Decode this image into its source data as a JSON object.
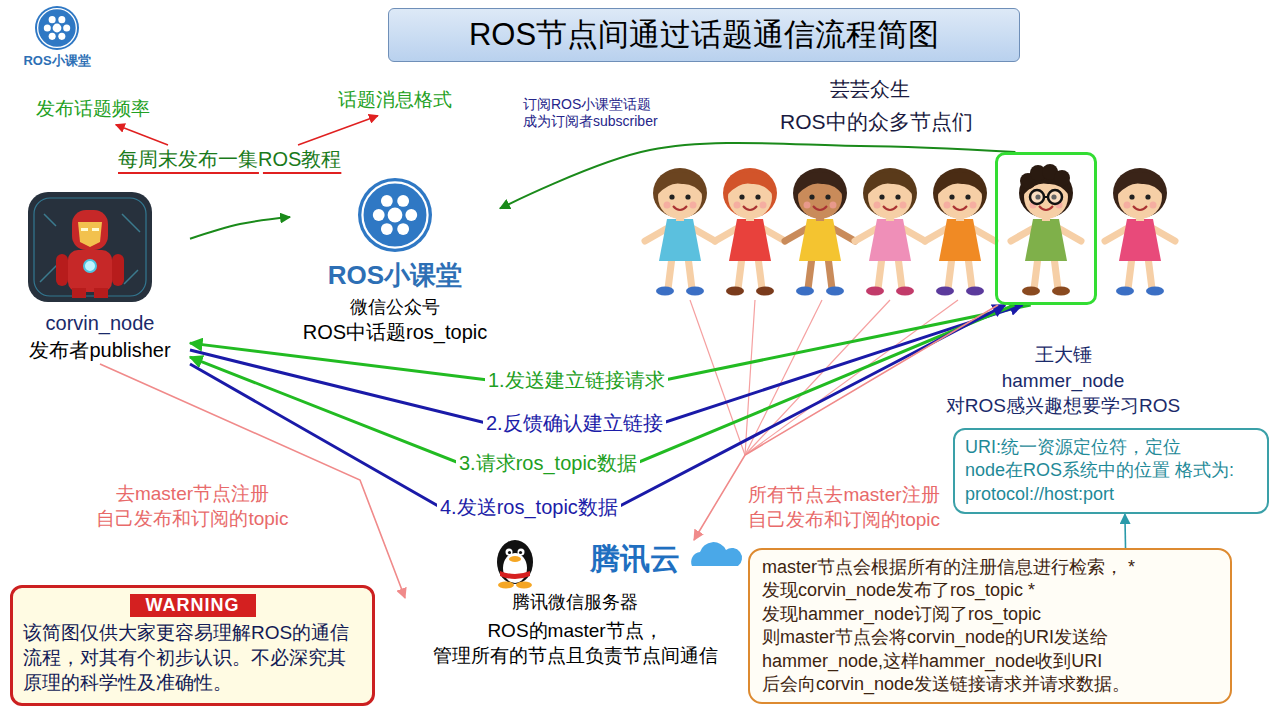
{
  "diagram": {
    "title": "ROS节点间通过话题通信流程简图",
    "nodes": [
      {
        "text": [
          "corvin_node",
          "发布者publisher"
        ]
      },
      {
        "text": [
          "ROS小课堂",
          "微信公众号",
          "ROS中话题ros_topic"
        ]
      },
      {
        "text": [
          "王大锤",
          "hammer_node",
          "对ROS感兴趣想要学习ROS"
        ]
      },
      {
        "text": [
          "URI:统一资源定位符，定位 node在ROS系统中的位置 格式为: protocol://host:port"
        ]
      },
      {
        "text": [
          "腾讯云",
          "腾讯微信服务器",
          "ROS的master节点， 管理所有的节点且负责节点间通信"
        ]
      },
      {
        "text": [
          "master节点会根据所有的注册信息进行检索， *发现corvin_node发布了ros_topic *发现hammer_node订阅了ros_topic 则master节点会将corvin_node的URI发送给 hammer_node,这样hammer_node收到URI 后会向corvin_node发送链接请求并请求数据。"
        ]
      },
      {
        "text": [
          "WARNING",
          "该简图仅供大家更容易理解ROS的通信流程，对其有个初步认识。不必深究其原理的科学性及准确性。"
        ]
      }
    ],
    "edges": [
      {
        "from": 0,
        "to": 1,
        "arrow": "to"
      },
      {
        "from": 2,
        "to": 1,
        "label": "订阅ROS小课堂话题 成为订阅者subscriber",
        "arrow": "to"
      },
      {
        "from": 2,
        "to": 0,
        "label": "1.发送建立链接请求",
        "arrow": "to"
      },
      {
        "from": 0,
        "to": 2,
        "label": "2.反馈确认建立链接",
        "arrow": "to"
      },
      {
        "from": 2,
        "to": 0,
        "label": "3.请求ros_topic数据",
        "arrow": "to"
      },
      {
        "from": 0,
        "to": 2,
        "label": "4.发送ros_topic数据",
        "arrow": "to"
      },
      {
        "from": 0,
        "to": 4,
        "label": "去master节点注册 自己发布和订阅的topic",
        "arrow": "to"
      },
      {
        "from": 2,
        "to": 4,
        "label": "所有节点去master注册 自己发布和订阅的topic",
        "arrow": "to"
      },
      {
        "from": 5,
        "to": 3,
        "arrow": "to"
      }
    ],
    "labels": [
      "ROS小课堂",
      "发布话题频率",
      "话题消息格式",
      "每周末发布一集ROS教程",
      "芸芸众生",
      "ROS中的众多节点们"
    ]
  }
}
